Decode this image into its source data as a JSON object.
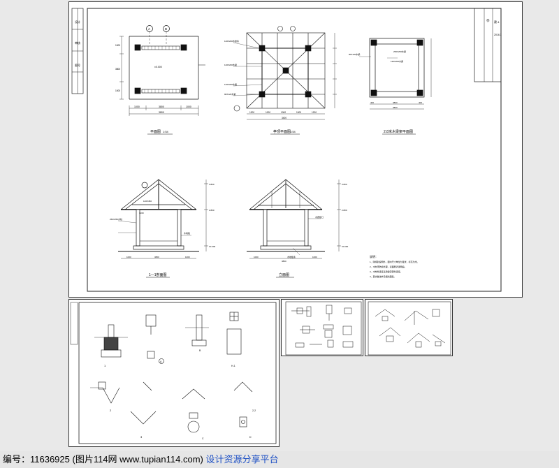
{
  "main_sheet": {
    "views": {
      "plan": {
        "title": "平面图",
        "scale": "1:54",
        "dims_bottom": [
          "1000",
          "3800",
          "1000"
        ],
        "dim_total": "3800",
        "dims_left": [
          "1000",
          "3800",
          "1000"
        ],
        "elev": "±0.000",
        "axis_a": "A",
        "axis_b": "B"
      },
      "roof_frame": {
        "title": "亭顶平面图",
        "scale": "1:54",
        "dims_bottom": [
          "1200",
          "1000",
          "1000",
          "1000",
          "1200"
        ],
        "dim_total": "3400",
        "labels": [
          "120X200木檩条",
          "120X200木梁",
          "120X200木梁",
          "90X120木梁"
        ]
      },
      "ceiling": {
        "title": "2.8米木梁架平面图",
        "labels": [
          "250X250木梁",
          "120X200木梁",
          "90X120木梁"
        ],
        "dims_bottom": [
          "400",
          "3800",
          "400"
        ],
        "dim_total": "3800"
      },
      "section": {
        "title": "1—1剖面图",
        "labels": [
          "120X450",
          "1200",
          "250X250木柱",
          "木地板"
        ],
        "dims_bottom": [
          "1000",
          "3800",
          "1000"
        ],
        "elev_top": "3.800",
        "elev_mid": "2.800",
        "elev_base": "±0.000"
      },
      "elevation": {
        "title": "立面图",
        "labels": [
          "木质檐口",
          "木地板条"
        ],
        "dims_bottom": [
          "1000",
          "3800",
          "1000"
        ],
        "elev_top": "3.800",
        "elev_mid": "2.800",
        "elev_base": "±0.000"
      }
    },
    "notes": {
      "heading": "说明：",
      "lines": [
        "1、除特别说明外，图中尺寸单位为毫米，标高为米。",
        "2、木材须防腐处理，表面刷清漆两遍。",
        "3、木构件连接采用镀锌钢件连接。",
        "4、其余做法参见相关图集。"
      ]
    },
    "title_block": [
      "亭",
      "建-1",
      "2016.1"
    ],
    "left_strip": [
      "设计",
      "审核",
      "图号"
    ]
  },
  "detail_sheet": {
    "labels": [
      "1",
      "A",
      "B",
      "H-1",
      "2",
      "3",
      "C",
      "D",
      "2-2"
    ]
  },
  "footer": {
    "id_text": "编号：11636925 (图片114网 www.tupian114.com)",
    "brand_text": "设计资源分享平台"
  }
}
